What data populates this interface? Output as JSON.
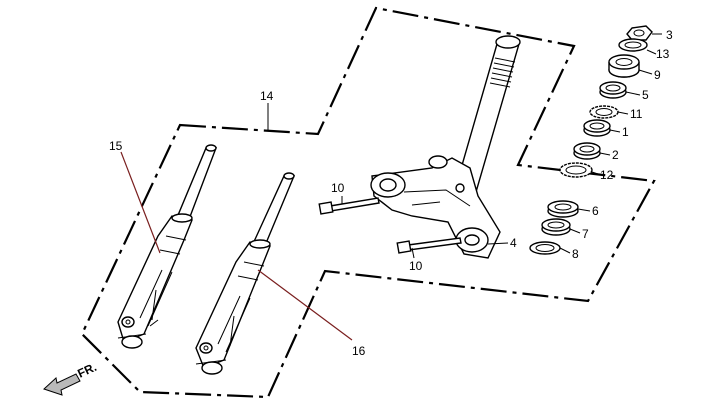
{
  "diagram": {
    "callouts": {
      "c3": "3",
      "c13": "13",
      "c9": "9",
      "c5": "5",
      "c11": "11",
      "c1": "1",
      "c2": "2",
      "c12": "12",
      "c6": "6",
      "c7": "7",
      "c8": "8",
      "c4": "4",
      "c10a": "10",
      "c10b": "10",
      "c14": "14",
      "c15": "15",
      "c16": "16"
    },
    "direction_label": "FR."
  }
}
